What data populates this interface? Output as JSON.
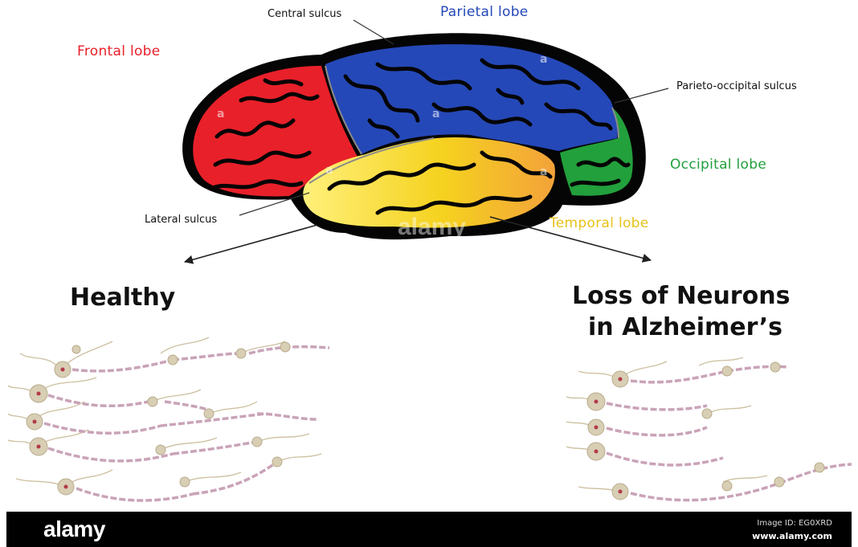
{
  "labels": {
    "frontal": "Frontal lobe",
    "central_sulcus": "Central sulcus",
    "parietal": "Parietal lobe",
    "parieto_occipital": "Parieto-occipital sulcus",
    "occipital": "Occipital lobe",
    "lateral_sulcus": "Lateral sulcus",
    "temporal": "Temporal lobe"
  },
  "headings": {
    "healthy": "Healthy",
    "alzheimers_line1": "Loss of Neurons",
    "alzheimers_line2": "in Alzheimer’s"
  },
  "colors": {
    "frontal": "#e8202a",
    "parietal": "#2548b8",
    "occipital": "#22a03c",
    "temporal": "#f5d21f",
    "outline": "#050505",
    "neuron_body": "#d8ceb4",
    "axon": "#c9a3b8"
  },
  "watermark": {
    "text": "alamy"
  },
  "footer": {
    "logo": "alamy",
    "image_id": "Image ID: EG0XRD",
    "site": "www.alamy.com"
  }
}
